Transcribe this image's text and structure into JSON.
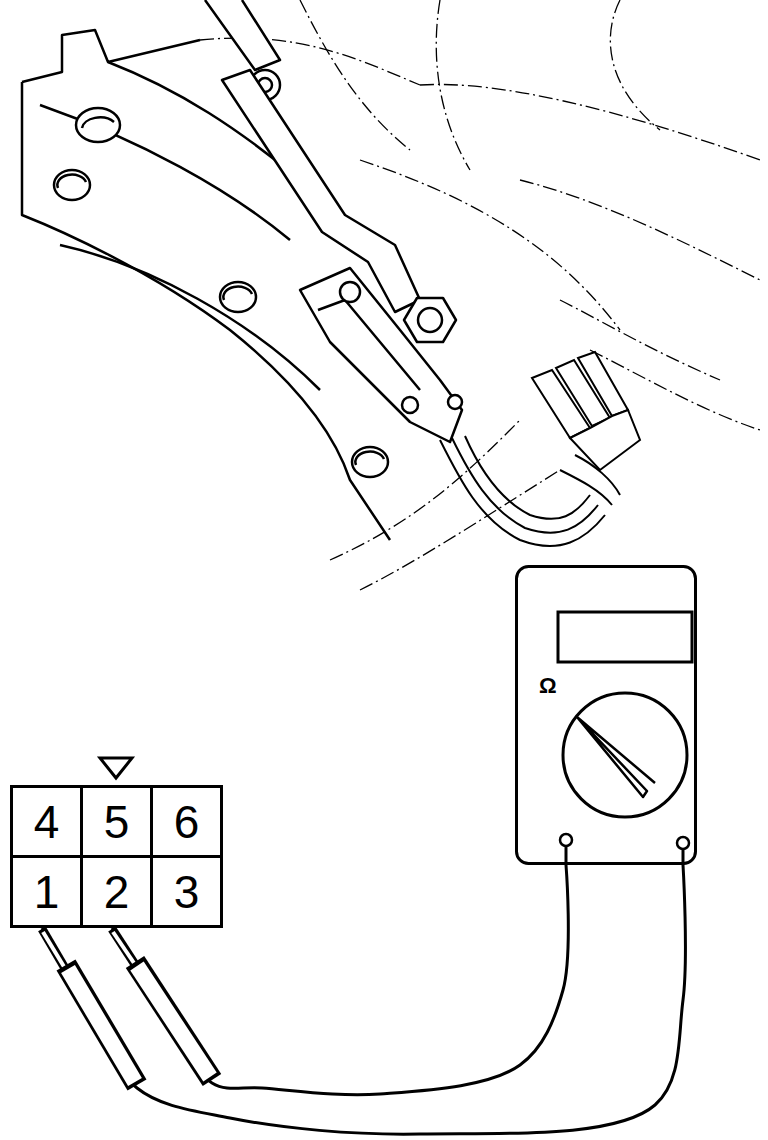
{
  "diagram": {
    "nodes": [
      {
        "text": [
          "Ω"
        ]
      },
      {
        "text": [
          "4"
        ]
      },
      {
        "text": [
          "5"
        ]
      },
      {
        "text": [
          "6"
        ]
      },
      {
        "text": [
          "1"
        ]
      },
      {
        "text": [
          "2"
        ]
      },
      {
        "text": [
          "3"
        ]
      }
    ],
    "edges": [
      {
        "from": 0,
        "to": 4,
        "arrow": "none"
      },
      {
        "from": 0,
        "to": 5,
        "arrow": "none"
      }
    ]
  }
}
